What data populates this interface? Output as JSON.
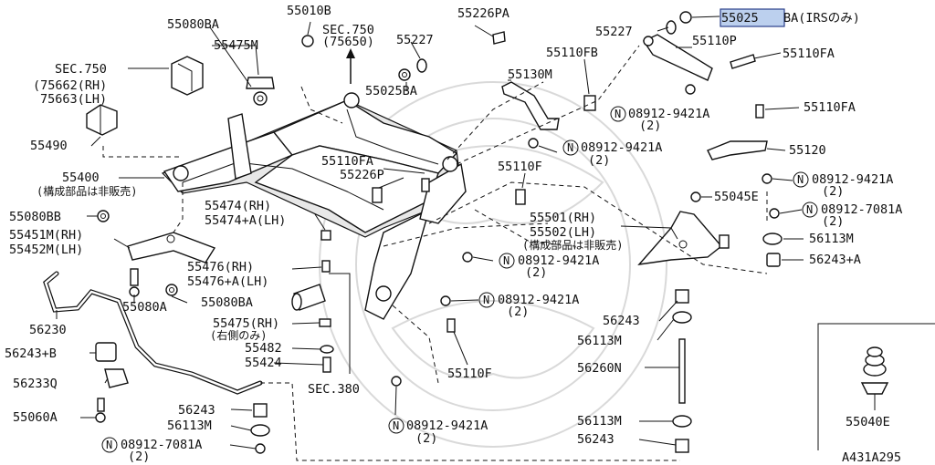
{
  "diagram_id": "A431A295",
  "highlight_color": "#bcd0ee",
  "highlight_border": "#2a3f8a",
  "labels": {
    "p55080BA_top": "55080BA",
    "p55010B": "55010B",
    "sec750_75650_a": "SEC.750",
    "sec750_75650_b": "(75650)",
    "p55226PA": "55226PA",
    "p55227_right": "55227",
    "p55025BA_hl": "55025",
    "p55025BA_hl_suffix": "BA(IRSのみ)",
    "p55475M": "55475M",
    "p55227_mid": "55227",
    "p55110P": "55110P",
    "p55110FA_r1": "55110FA",
    "sec750_left_a": "SEC.750",
    "sec750_left_b": "(75662(RH)",
    "sec750_left_c": "75663(LH)",
    "p55110FB": "55110FB",
    "p55130M": "55130M",
    "p55025BA_mid": "55025BA",
    "n08912_9421A_1": "08912-9421A",
    "n08912_9421A_1_q": "(2)",
    "p55110FA_r2": "55110FA",
    "p55490": "55490",
    "p55110FA_mid": "55110FA",
    "n08912_9421A_2": "08912-9421A",
    "n08912_9421A_2_q": "(2)",
    "p55120": "55120",
    "p55400": "55400",
    "p55400_note": "(構成部品は非販売)",
    "p55226P": "55226P",
    "p55110F_mid": "55110F",
    "n08912_9421A_3": "08912-9421A",
    "n08912_9421A_3_q": "(2)",
    "p55045E": "55045E",
    "p55080BB": "55080BB",
    "p55474_rh": "55474(RH)",
    "p55474_lh": "55474+A(LH)",
    "p55501_rh": "55501(RH)",
    "p55502_lh": "55502(LH)",
    "p55501_note": "(構成部品は非販売)",
    "n08912_7081A_1": "08912-7081A",
    "n08912_7081A_1_q": "(2)",
    "p55451M": "55451M(RH)",
    "p55452M": "55452M(LH)",
    "p56113M_r": "56113M",
    "n08912_9421A_4": "08912-9421A",
    "n08912_9421A_4_q": "(2)",
    "p55476_rh": "55476(RH)",
    "p55476_lh": "55476+A(LH)",
    "p56243A": "56243+A",
    "p55080A": "55080A",
    "p55080BA_bot": "55080BA",
    "n08912_9421A_5": "08912-9421A",
    "n08912_9421A_5_q": "(2)",
    "p56230": "56230",
    "p55475_rh": "55475(RH)",
    "p55475_note": "(右側のみ)",
    "p56243_r1": "56243",
    "p56113M_r2": "56113M",
    "p56243B": "56243+B",
    "p55482": "55482",
    "p55424": "55424",
    "p55110F_bot": "55110F",
    "p56233Q": "56233Q",
    "sec380": "SEC.380",
    "p56260N": "56260N",
    "p55040E": "55040E",
    "p55060A": "55060A",
    "p56243_bot": "56243",
    "p56113M_bot": "56113M",
    "n08912_9421A_6": "08912-9421A",
    "n08912_9421A_6_q": "(2)",
    "p56113M_r3": "56113M",
    "p56243_r2": "56243",
    "n08912_7081A_2": "08912-7081A",
    "n08912_7081A_2_q": "(2)",
    "n_symbol": "N"
  }
}
